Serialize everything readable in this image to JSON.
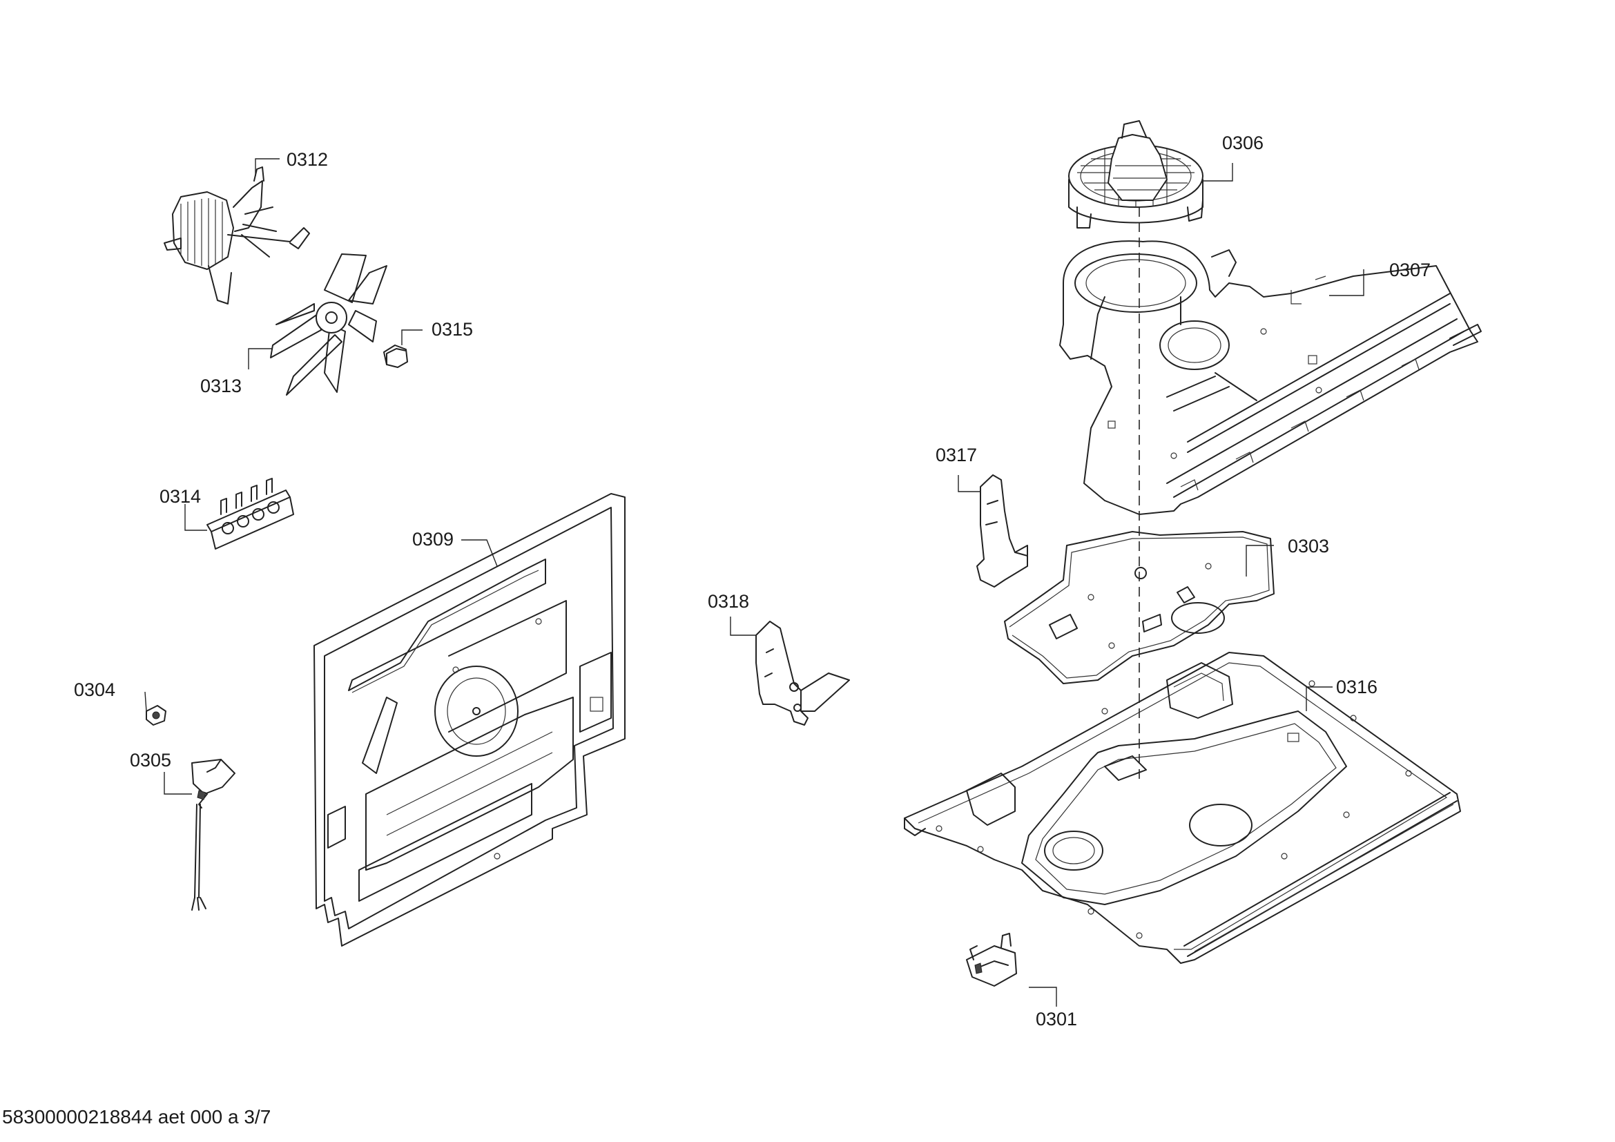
{
  "parts": [
    {
      "id": "p0312",
      "label": "0312"
    },
    {
      "id": "p0313",
      "label": "0313"
    },
    {
      "id": "p0315",
      "label": "0315"
    },
    {
      "id": "p0314",
      "label": "0314"
    },
    {
      "id": "p0309",
      "label": "0309"
    },
    {
      "id": "p0304",
      "label": "0304"
    },
    {
      "id": "p0305",
      "label": "0305"
    },
    {
      "id": "p0318",
      "label": "0318"
    },
    {
      "id": "p0317",
      "label": "0317"
    },
    {
      "id": "p0306",
      "label": "0306"
    },
    {
      "id": "p0307",
      "label": "0307"
    },
    {
      "id": "p0303",
      "label": "0303"
    },
    {
      "id": "p0316",
      "label": "0316"
    },
    {
      "id": "p0301",
      "label": "0301"
    }
  ],
  "footer": {
    "document_code": "58300000218844 aet 000 a 3/7"
  }
}
